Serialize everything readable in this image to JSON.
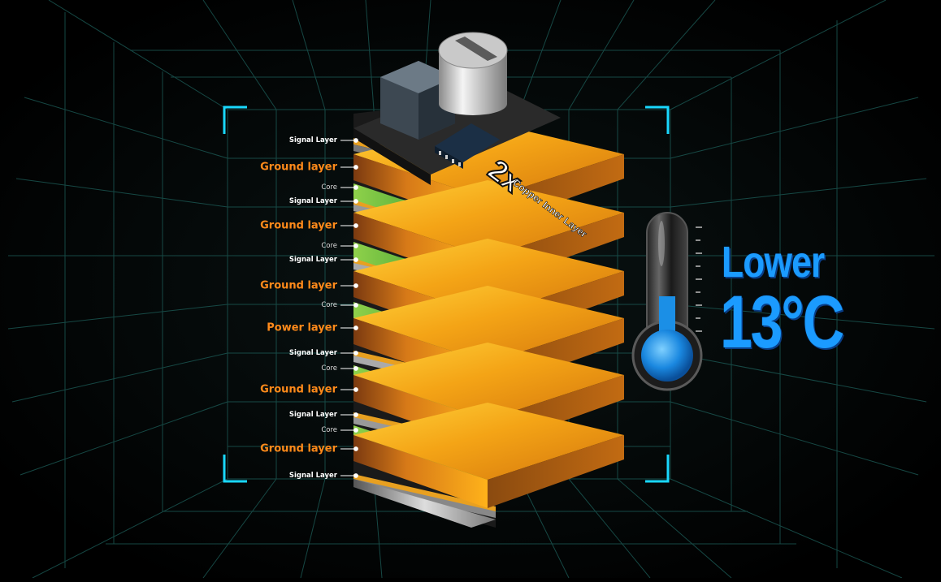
{
  "layer_labels": {
    "signal_1": "Signal Layer",
    "ground_1": "Ground layer",
    "core_1": "Core",
    "signal_2": "Signal Layer",
    "ground_2": "Ground layer",
    "core_2": "Core",
    "signal_3": "Signal Layer",
    "ground_3": "Ground layer",
    "core_3": "Core",
    "power_1": "Power layer",
    "signal_4": "Signal Layer",
    "core_4": "Core",
    "ground_4": "Ground layer",
    "signal_5": "Signal Layer",
    "core_5": "Core",
    "ground_5": "Ground layer",
    "signal_6": "Signal Layer"
  },
  "badge": {
    "multiplier": "2x",
    "caption": "Copper Inner Layer"
  },
  "thermal": {
    "headline": "Lower",
    "value": "13°C"
  },
  "colors": {
    "accent_orange": "#ff8a1a",
    "copper": "#f2a417",
    "core_green": "#3aa935",
    "grid_teal": "#1f6f6a",
    "bracket_cyan": "#19d8ff",
    "temp_blue": "#1b9bff"
  }
}
